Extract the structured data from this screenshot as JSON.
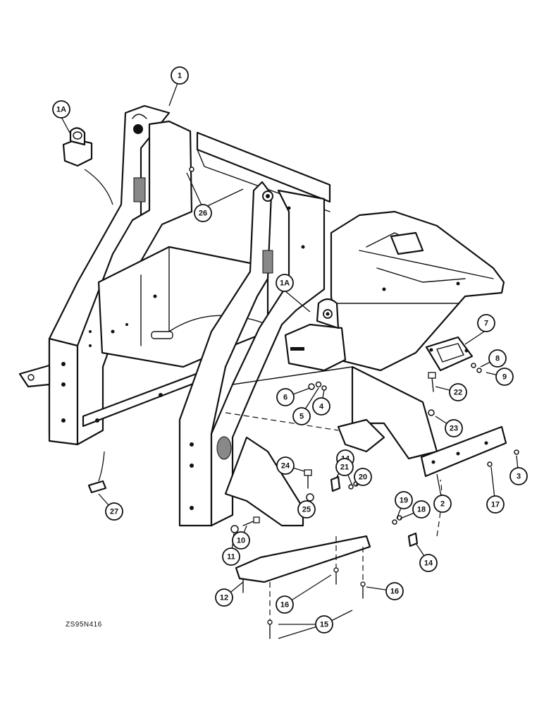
{
  "drawing_code": "ZS95N416",
  "callouts": [
    "1",
    "1A",
    "1A",
    "26",
    "7",
    "8",
    "9",
    "22",
    "6",
    "5",
    "4",
    "23",
    "3",
    "17",
    "2",
    "14",
    "21",
    "20",
    "24",
    "25",
    "19",
    "18",
    "14",
    "11",
    "10",
    "27",
    "12",
    "16",
    "16",
    "15"
  ]
}
